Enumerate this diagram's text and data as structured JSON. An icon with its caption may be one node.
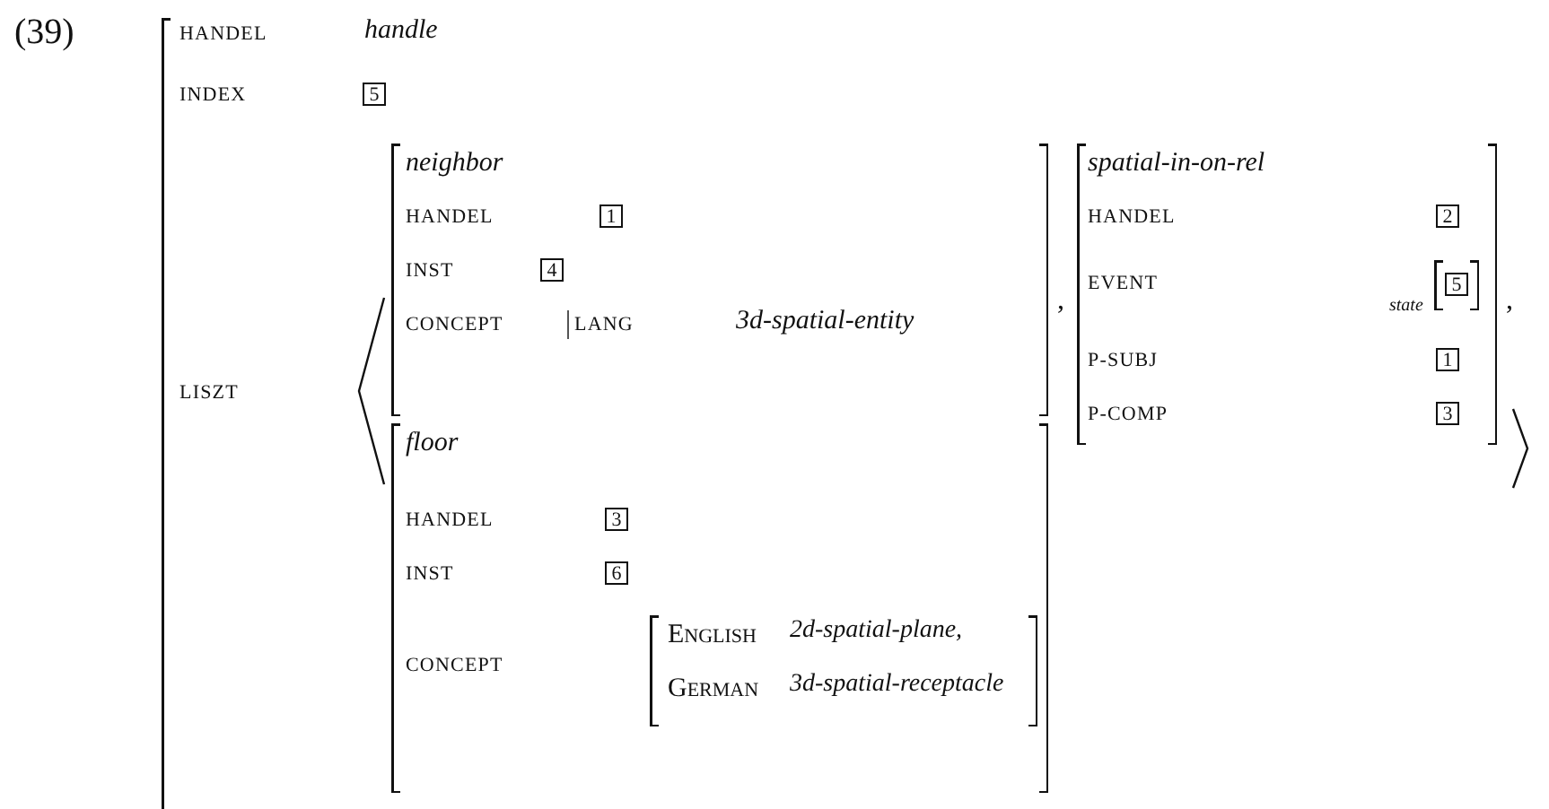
{
  "diagram": {
    "nodes": [
      {
        "text": [
          "HANDEL",
          "handle",
          "INDEX",
          "LISZT"
        ]
      },
      {
        "text": [
          "5"
        ],
        "in": 0
      },
      {
        "text": [
          "neighbor",
          "HANDEL",
          "INST",
          "CONCEPT",
          "LANG",
          "3d-spatial-entity"
        ],
        "in": 0
      },
      {
        "text": [
          "1"
        ],
        "in": 2
      },
      {
        "text": [
          "4"
        ],
        "in": 2
      },
      {
        "text": [
          "spatial-in-on-rel",
          "HANDEL",
          "EVENT",
          "state",
          "P-SUBJ",
          "P-COMP"
        ],
        "in": 0
      },
      {
        "text": [
          "2"
        ],
        "in": 5
      },
      {
        "text": [],
        "shape": "box",
        "in": 5
      },
      {
        "text": [
          "5"
        ],
        "in": 7
      },
      {
        "text": [
          "1"
        ],
        "in": 5
      },
      {
        "text": [
          "3"
        ],
        "in": 5
      },
      {
        "text": [
          "floor",
          "HANDEL",
          "INST",
          "CONCEPT"
        ],
        "in": 0
      },
      {
        "text": [
          "3"
        ],
        "in": 11
      },
      {
        "text": [
          "6"
        ],
        "in": 11
      },
      {
        "text": [
          "English",
          "2d-spatial-plane,",
          "German",
          "3d-spatial-receptacle"
        ],
        "in": 11
      }
    ],
    "labels": [
      "(39)",
      ",",
      ","
    ]
  }
}
